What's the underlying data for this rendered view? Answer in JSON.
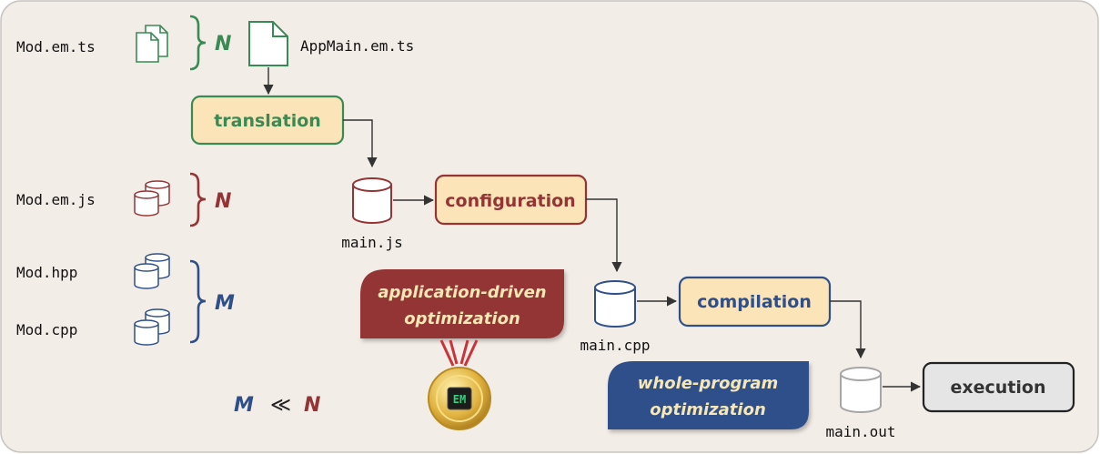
{
  "files": {
    "mod_em_ts": "Mod.em.ts",
    "app_main": "AppMain.em.ts",
    "mod_em_js": "Mod.em.js",
    "mod_hpp": "Mod.hpp",
    "mod_cpp": "Mod.cpp",
    "main_js": "main.js",
    "main_cpp": "main.cpp",
    "main_out": "main.out"
  },
  "brackets": {
    "ts_count": "N",
    "js_count": "N",
    "cpp_count": "M"
  },
  "stages": {
    "translation": "translation",
    "configuration": "configuration",
    "compilation": "compilation",
    "execution": "execution"
  },
  "banners": {
    "app_line1": "application-driven",
    "app_line2": "optimization",
    "whole_line1": "whole-program",
    "whole_line2": "optimization"
  },
  "relation": {
    "left": "M",
    "op": "≪",
    "right": "N"
  },
  "medal_text": "EM",
  "colors": {
    "green": "#3a8a55",
    "red": "#943434",
    "blue": "#2f4f8a",
    "stage_fill": "#fbe5b8",
    "exec_fill": "#e5e5e5",
    "background": "#f3ede7"
  },
  "icons": {
    "ts_files": "multi-file-icon",
    "app_file": "file-icon",
    "database": "database-icon",
    "medal": "medal-icon"
  }
}
